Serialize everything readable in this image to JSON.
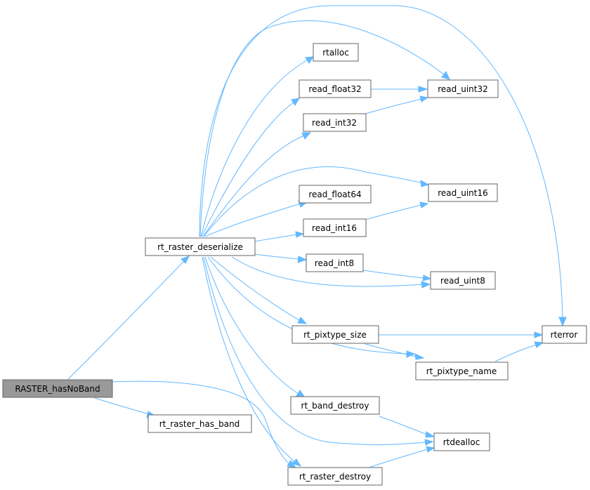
{
  "nodes": {
    "raster_hasnoband": "RASTER_hasNoBand",
    "rt_raster_deserialize": "rt_raster_deserialize",
    "rt_raster_has_band": "rt_raster_has_band",
    "rt_raster_destroy": "rt_raster_destroy",
    "rtalloc": "rtalloc",
    "read_float32": "read_float32",
    "read_int32": "read_int32",
    "read_uint32": "read_uint32",
    "read_float64": "read_float64",
    "read_uint16": "read_uint16",
    "read_int16": "read_int16",
    "read_int8": "read_int8",
    "read_uint8": "read_uint8",
    "rt_pixtype_size": "rt_pixtype_size",
    "rterror": "rterror",
    "rt_pixtype_name": "rt_pixtype_name",
    "rt_band_destroy": "rt_band_destroy",
    "rtdealloc": "rtdealloc"
  },
  "colors": {
    "edge": "#63b8ff",
    "node_border": "#666666",
    "root_fill": "#999999",
    "node_fill": "#ffffff"
  },
  "edges": [
    [
      "raster_hasnoband",
      "rt_raster_deserialize"
    ],
    [
      "raster_hasnoband",
      "rt_raster_has_band"
    ],
    [
      "raster_hasnoband",
      "rt_raster_destroy"
    ],
    [
      "rt_raster_deserialize",
      "rtalloc"
    ],
    [
      "rt_raster_deserialize",
      "read_float32"
    ],
    [
      "rt_raster_deserialize",
      "read_int32"
    ],
    [
      "rt_raster_deserialize",
      "read_uint32"
    ],
    [
      "rt_raster_deserialize",
      "rterror"
    ],
    [
      "rt_raster_deserialize",
      "read_float64"
    ],
    [
      "rt_raster_deserialize",
      "read_uint16"
    ],
    [
      "rt_raster_deserialize",
      "read_int16"
    ],
    [
      "rt_raster_deserialize",
      "read_int8"
    ],
    [
      "rt_raster_deserialize",
      "read_uint8"
    ],
    [
      "rt_raster_deserialize",
      "rt_pixtype_size"
    ],
    [
      "rt_raster_deserialize",
      "rt_pixtype_name"
    ],
    [
      "rt_raster_deserialize",
      "rt_band_destroy"
    ],
    [
      "rt_raster_deserialize",
      "rtdealloc"
    ],
    [
      "rt_raster_deserialize",
      "rt_raster_destroy"
    ],
    [
      "read_float32",
      "read_uint32"
    ],
    [
      "read_int32",
      "read_uint32"
    ],
    [
      "read_int16",
      "read_uint16"
    ],
    [
      "read_int8",
      "read_uint8"
    ],
    [
      "rt_pixtype_size",
      "rterror"
    ],
    [
      "rt_pixtype_size",
      "rt_pixtype_name"
    ],
    [
      "rt_pixtype_name",
      "rterror"
    ],
    [
      "rt_band_destroy",
      "rtdealloc"
    ],
    [
      "rt_raster_destroy",
      "rtdealloc"
    ]
  ]
}
